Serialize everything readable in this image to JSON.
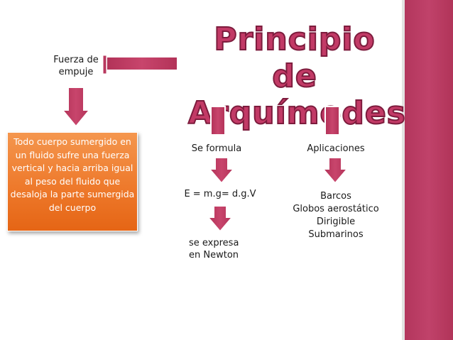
{
  "title": {
    "line1": "Principio de",
    "line2": "Arquímedes"
  },
  "nodes": {
    "fuerza": "Fuerza de\nempuje",
    "definicion": "Todo cuerpo sumergido en un fluido sufre una fuerza vertical y hacia arriba igual al peso del fluido que desaloja la parte sumergida del cuerpo",
    "se_formula": "Se formula",
    "formula": "E = m.g= d.g.V",
    "se_expresa": "se expresa\nen Newton",
    "aplicaciones": "Aplicaciones",
    "lista_aplicaciones": [
      "Barcos",
      "Globos aerostático",
      "Dirigible",
      "Submarinos"
    ]
  },
  "colors": {
    "title": "#c23a66",
    "arrow": "#b8385e",
    "box": "#ee7a2c",
    "sidebar": "#b8385e"
  }
}
